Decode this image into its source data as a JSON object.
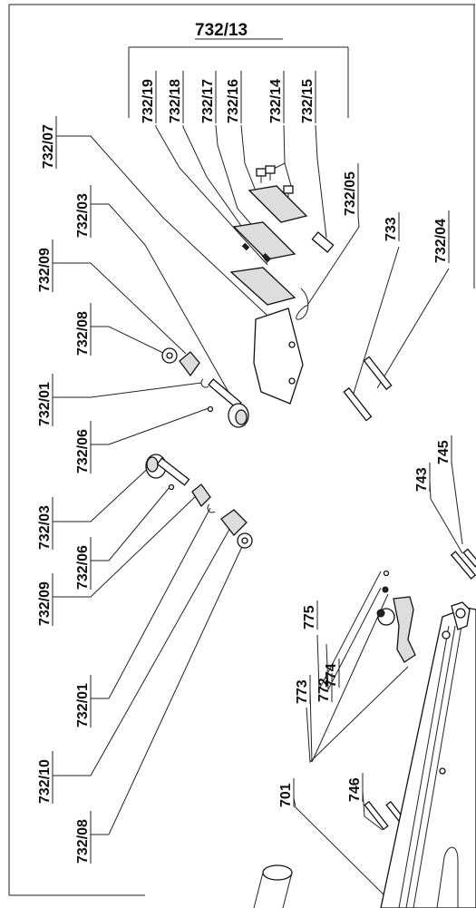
{
  "group_title": "732/13",
  "labels": [
    {
      "id": "732/19",
      "text": "732/19"
    },
    {
      "id": "732/18",
      "text": "732/18"
    },
    {
      "id": "732/17",
      "text": "732/17"
    },
    {
      "id": "732/16",
      "text": "732/16"
    },
    {
      "id": "732/14",
      "text": "732/14"
    },
    {
      "id": "732/15",
      "text": "732/15"
    },
    {
      "id": "732/07",
      "text": "732/07"
    },
    {
      "id": "732/03a",
      "text": "732/03"
    },
    {
      "id": "732/05",
      "text": "732/05"
    },
    {
      "id": "733",
      "text": "733"
    },
    {
      "id": "732/04",
      "text": "732/04"
    },
    {
      "id": "732/09a",
      "text": "732/09"
    },
    {
      "id": "732/08a",
      "text": "732/08"
    },
    {
      "id": "732/01a",
      "text": "732/01"
    },
    {
      "id": "732/06a",
      "text": "732/06"
    },
    {
      "id": "732/03b",
      "text": "732/03"
    },
    {
      "id": "732/06b",
      "text": "732/06"
    },
    {
      "id": "732/09b",
      "text": "732/09"
    },
    {
      "id": "732/01b",
      "text": "732/01"
    },
    {
      "id": "732/10",
      "text": "732/10"
    },
    {
      "id": "732/08b",
      "text": "732/08"
    },
    {
      "id": "743",
      "text": "743"
    },
    {
      "id": "745",
      "text": "745"
    },
    {
      "id": "775",
      "text": "775"
    },
    {
      "id": "774",
      "text": "774"
    },
    {
      "id": "773",
      "text": "773"
    },
    {
      "id": "772",
      "text": "772"
    },
    {
      "id": "746",
      "text": "746"
    },
    {
      "id": "701",
      "text": "701"
    }
  ]
}
